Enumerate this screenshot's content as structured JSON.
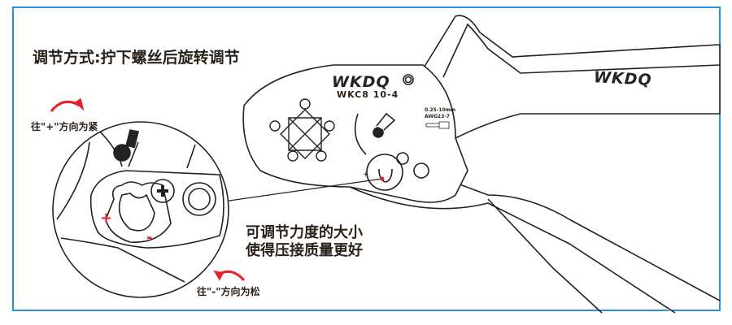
{
  "title": "调节方式:拧下螺丝后旋转调节",
  "notes": {
    "tighten": "往\"+\"方向为紧",
    "loosen": "往\"-\"方向为松"
  },
  "callout": {
    "line1": "可调节力度的大小",
    "line2": "使得压接质量更好"
  },
  "tool": {
    "brand": "WKDQ",
    "model": "WKC8 10-4",
    "spec_range": "0.25-10mm",
    "spec_awg": "AWG23-7"
  },
  "markers": {
    "plus": "+",
    "minus": "-"
  },
  "colors": {
    "frame": "#2a93d5",
    "arrow": "#e8202a",
    "text": "#2b2118"
  }
}
